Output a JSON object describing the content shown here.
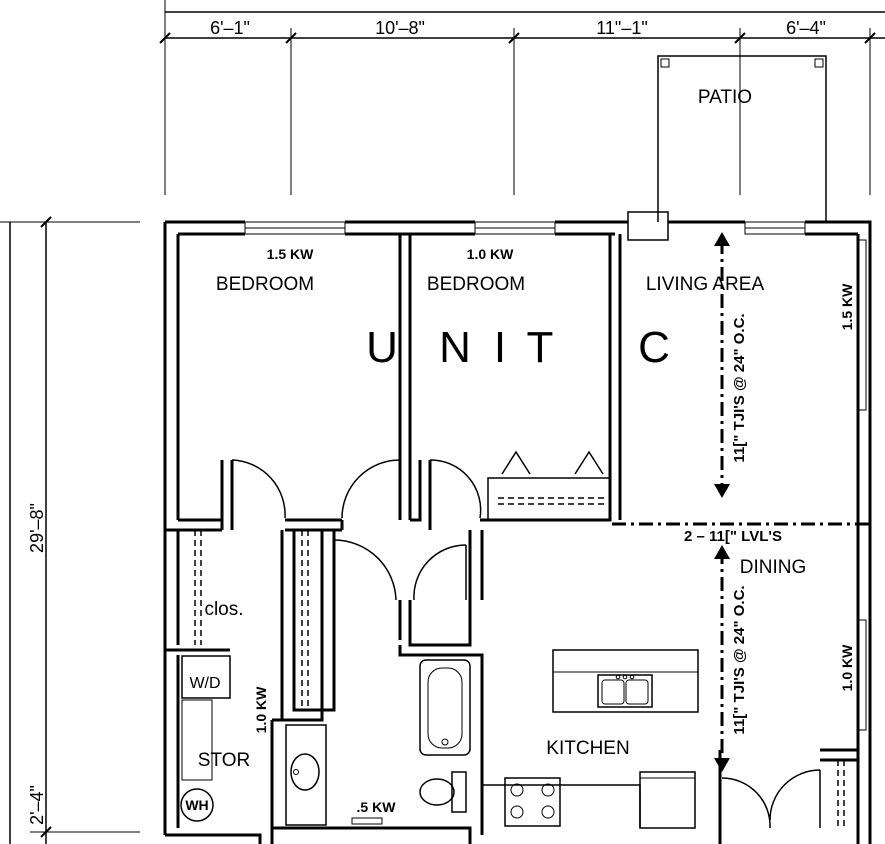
{
  "plan": {
    "unit_label": [
      "U",
      "N",
      "I",
      "T",
      "C"
    ],
    "dimensions": {
      "top": [
        "6'–1\"",
        "10'–8\"",
        "11\"–1\"",
        "6'–4\""
      ],
      "left_overall": "29'–8\"",
      "left_bottom": "2'–4\""
    },
    "rooms": {
      "patio": "PATIO",
      "bedroom_1": "BEDROOM",
      "bedroom_2": "BEDROOM",
      "living_area": "LIVING AREA",
      "dining": "DINING",
      "kitchen": "KITCHEN",
      "closet": "clos.",
      "storage": "STOR",
      "washer_dryer": "W/D",
      "water_heater": "WH"
    },
    "heaters": {
      "bedroom_1": "1.5 KW",
      "bedroom_2": "1.0 KW",
      "living_area": "1.5 KW",
      "dining": "1.0 KW",
      "storage": "1.0 KW",
      "bath": ".5 KW"
    },
    "structural_notes": {
      "joists_upper": "11[\" TJI'S @ 24\" O.C.",
      "joists_lower": "11[\" TJI'S @ 24\" O.C.",
      "beam": "2 – 11[\" LVL'S"
    }
  }
}
